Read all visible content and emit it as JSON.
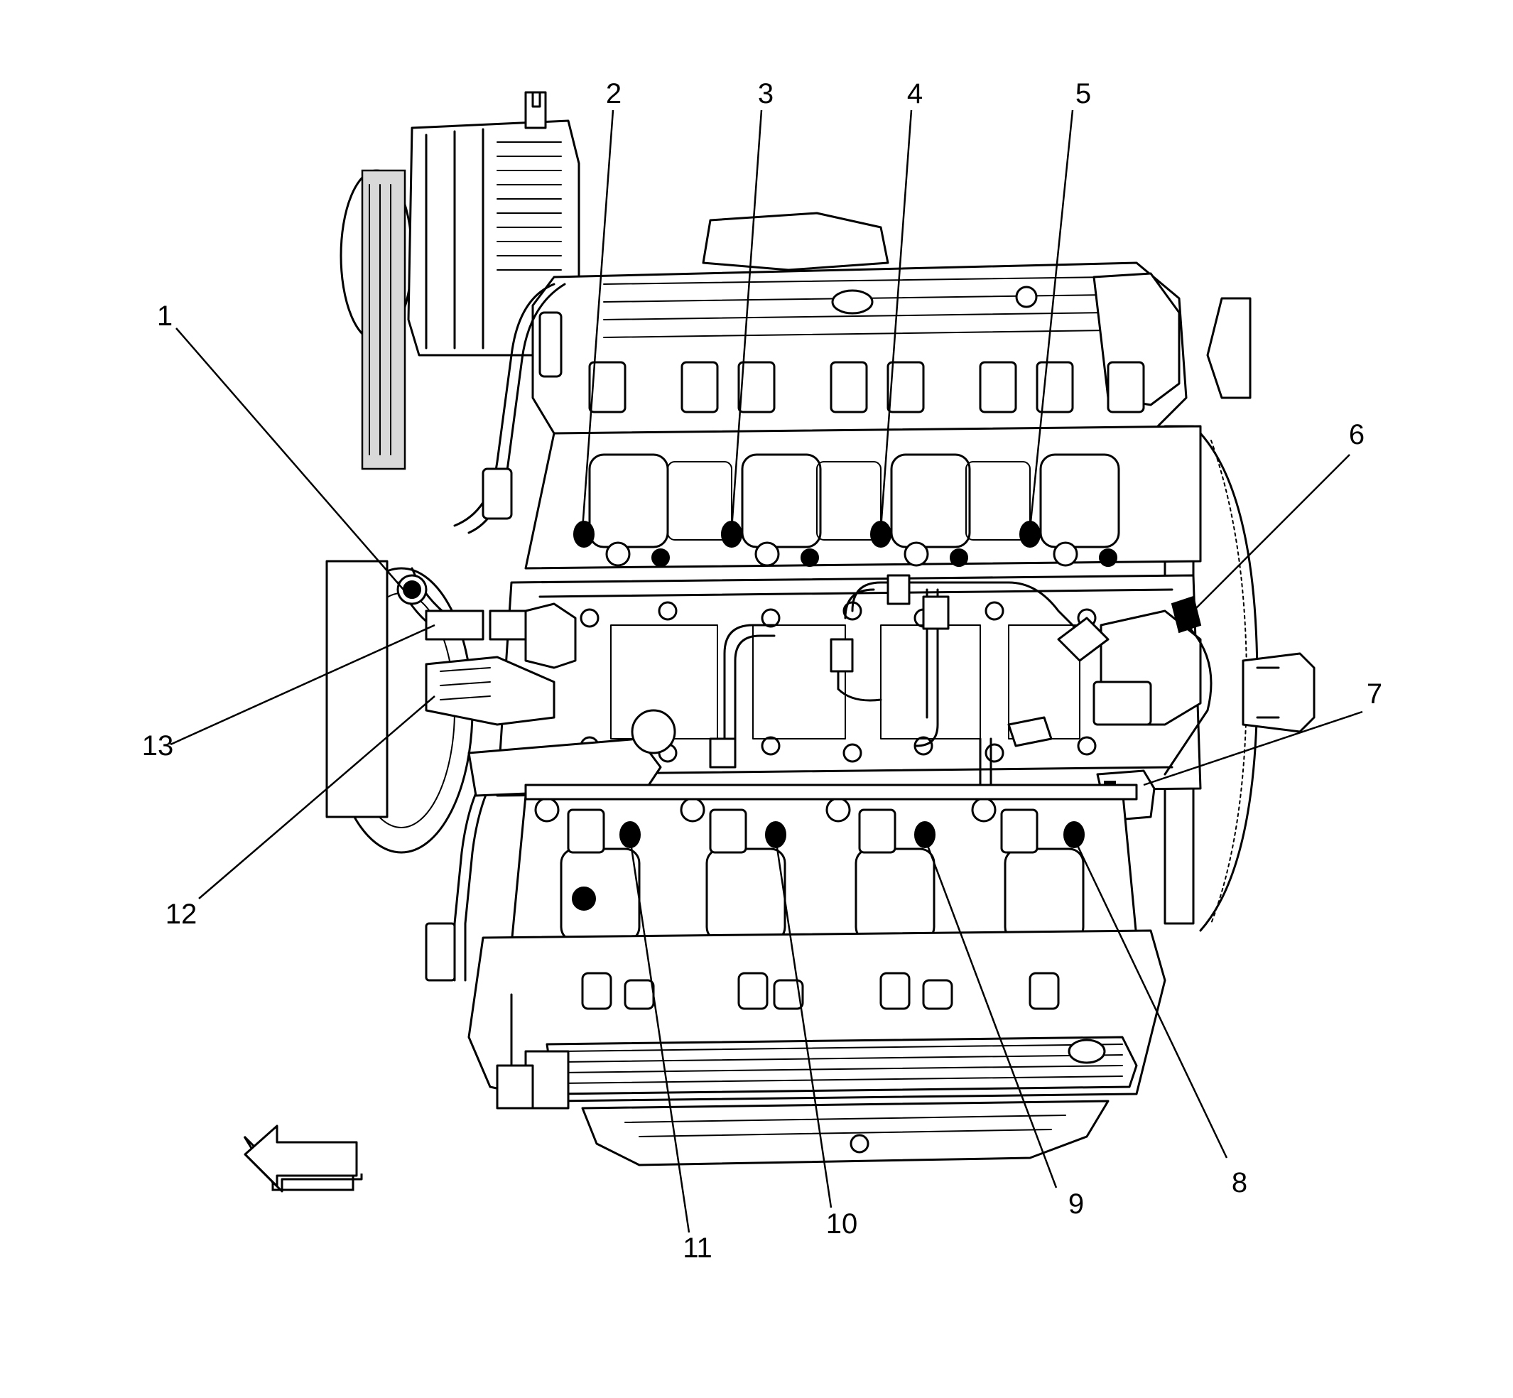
{
  "callouts": [
    {
      "id": "1",
      "label": "1"
    },
    {
      "id": "2",
      "label": "2"
    },
    {
      "id": "3",
      "label": "3"
    },
    {
      "id": "4",
      "label": "4"
    },
    {
      "id": "5",
      "label": "5"
    },
    {
      "id": "6",
      "label": "6"
    },
    {
      "id": "7",
      "label": "7"
    },
    {
      "id": "8",
      "label": "8"
    },
    {
      "id": "9",
      "label": "9"
    },
    {
      "id": "10",
      "label": "10"
    },
    {
      "id": "11",
      "label": "11"
    },
    {
      "id": "12",
      "label": "12"
    },
    {
      "id": "13",
      "label": "13"
    }
  ],
  "orientation_arrow": {
    "direction": "left",
    "icon": "left-arrow-icon"
  },
  "colors": {
    "line": "#000000",
    "background": "#ffffff"
  }
}
